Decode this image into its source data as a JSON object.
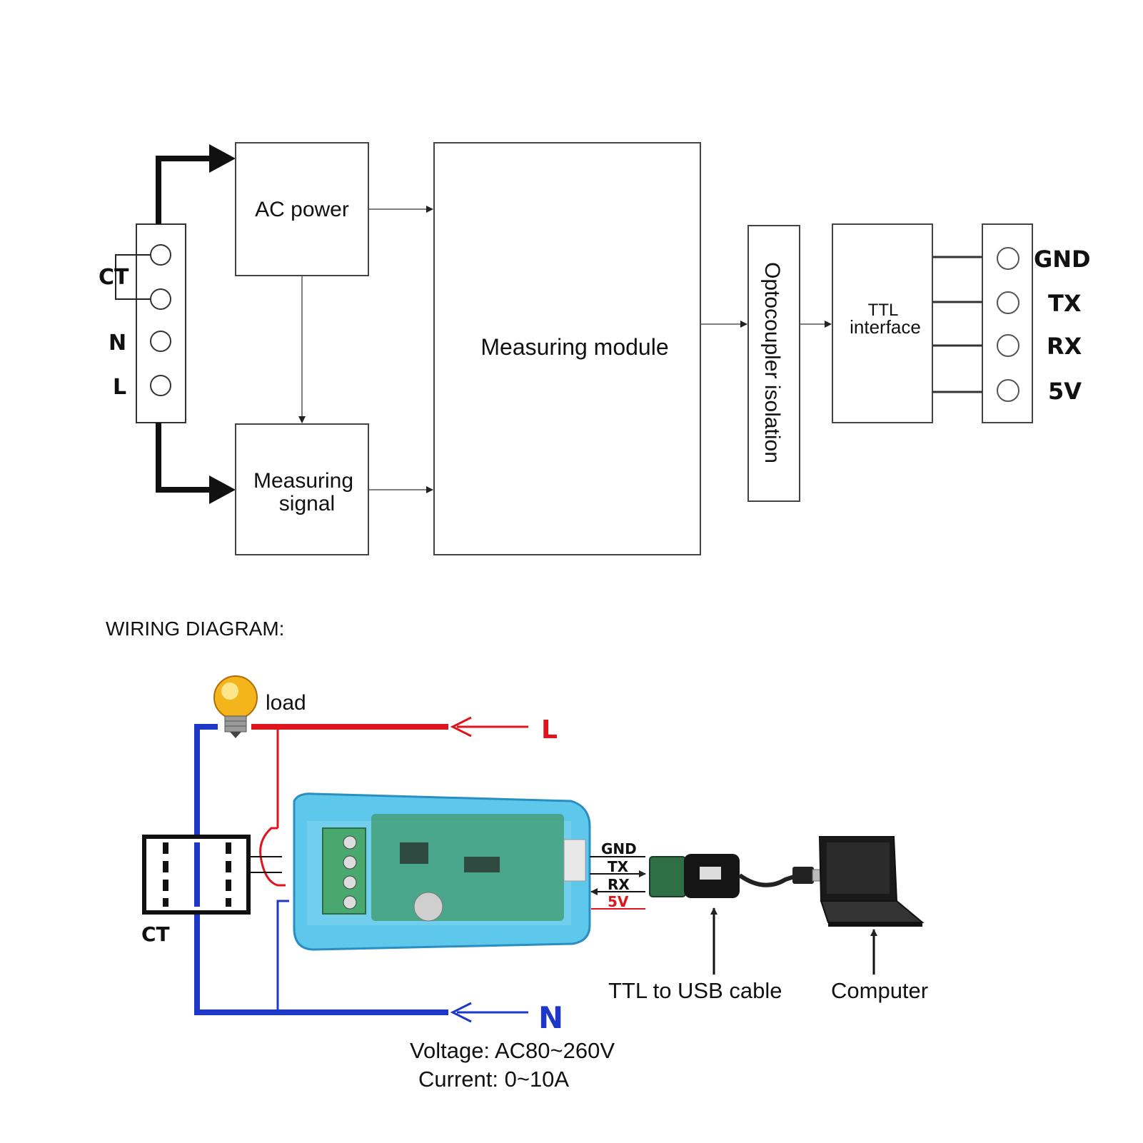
{
  "block_diagram": {
    "terminal_labels": [
      "CT",
      "N",
      "L"
    ],
    "ac_power": "AC power",
    "measuring_signal_line1": "Measuring",
    "measuring_signal_line2": "signal",
    "measuring_module": "Measuring module",
    "optocoupler": "Optocoupler isolation",
    "ttl_line1": "TTL",
    "ttl_line2": "interface",
    "output_pins": [
      "GND",
      "TX",
      "RX",
      "5V"
    ]
  },
  "wiring": {
    "heading": "WIRING DIAGRAM:",
    "load": "load",
    "line_L": "L",
    "line_N": "N",
    "ct": "CT",
    "pins": [
      "GND",
      "TX",
      "RX",
      "5V"
    ],
    "cable_label": "TTL to USB cable",
    "computer_label": "Computer",
    "voltage": "Voltage: AC80~260V",
    "current": "Current: 0~10A",
    "colors": {
      "live": "#e0141c",
      "neutral": "#1d38c8",
      "module": "#5ec8ec"
    }
  }
}
